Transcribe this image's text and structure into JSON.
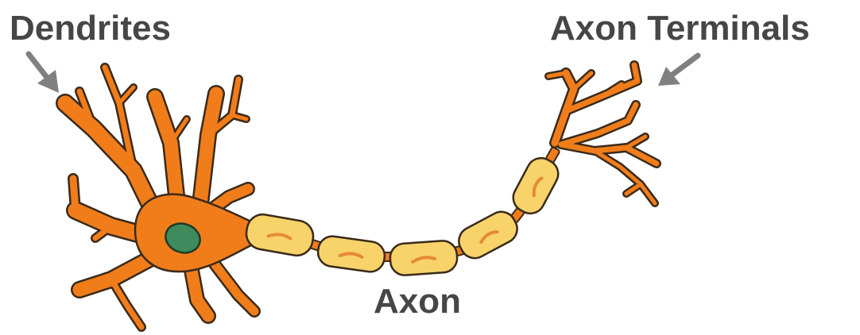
{
  "labels": {
    "dendrites": "Dendrites",
    "axon_terminals": "Axon Terminals",
    "axon": "Axon"
  },
  "colors": {
    "cell_body": "#f07d1a",
    "outline": "#3a2a1a",
    "myelin": "#f7d36a",
    "myelin_streak": "#e58a3a",
    "nucleus": "#3f8a5c",
    "arrow": "#808080",
    "label_text": "#464646"
  }
}
